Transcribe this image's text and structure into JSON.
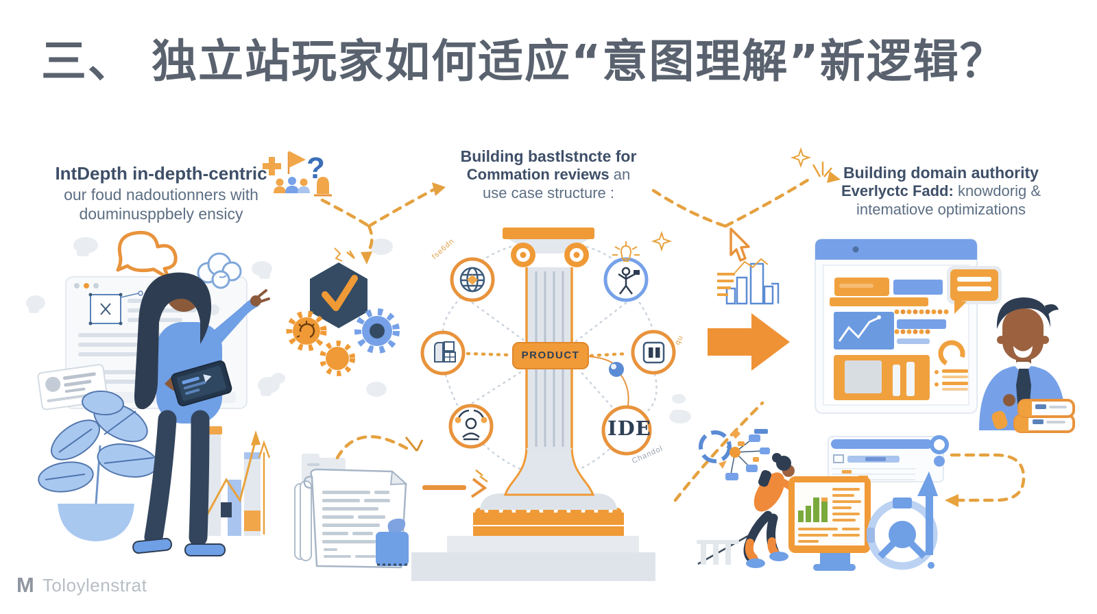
{
  "title": "三、 独立站玩家如何适应“意图理解”新逻辑？",
  "sections": {
    "left": {
      "heading": "IntDepth in-depth-centric",
      "line2": "our foud nadoutionners with",
      "line3": "douminusppbely ensicy"
    },
    "center": {
      "heading": "Building bastlstncte for",
      "line2_bold": "Commation reviews",
      "line2_rest": " an",
      "line3": "use case structure :"
    },
    "right": {
      "heading": "Building domain authority",
      "line2_bold": "Everlyctc Fadd:",
      "line2_rest": " knowdorig &",
      "line3": "intematiove optimizations"
    }
  },
  "pillar": {
    "label": "PRODUCT",
    "ide_label": "IDE",
    "rotated_labels": [
      "fse6dn",
      "qu",
      "Chandol"
    ]
  },
  "icons": {
    "question_mark": "?"
  },
  "watermark": {
    "logo": "M",
    "text": "Toloylenstrat"
  },
  "colors": {
    "accent_orange": "#EF9A36",
    "accent_blue": "#76A1E8",
    "navy": "#2E3D52",
    "title_gray": "#59626E",
    "text_dark": "#3E4F68",
    "text_body": "#5C6E83",
    "light_gray": "#E9EDF1",
    "green": "#7AA93C"
  }
}
